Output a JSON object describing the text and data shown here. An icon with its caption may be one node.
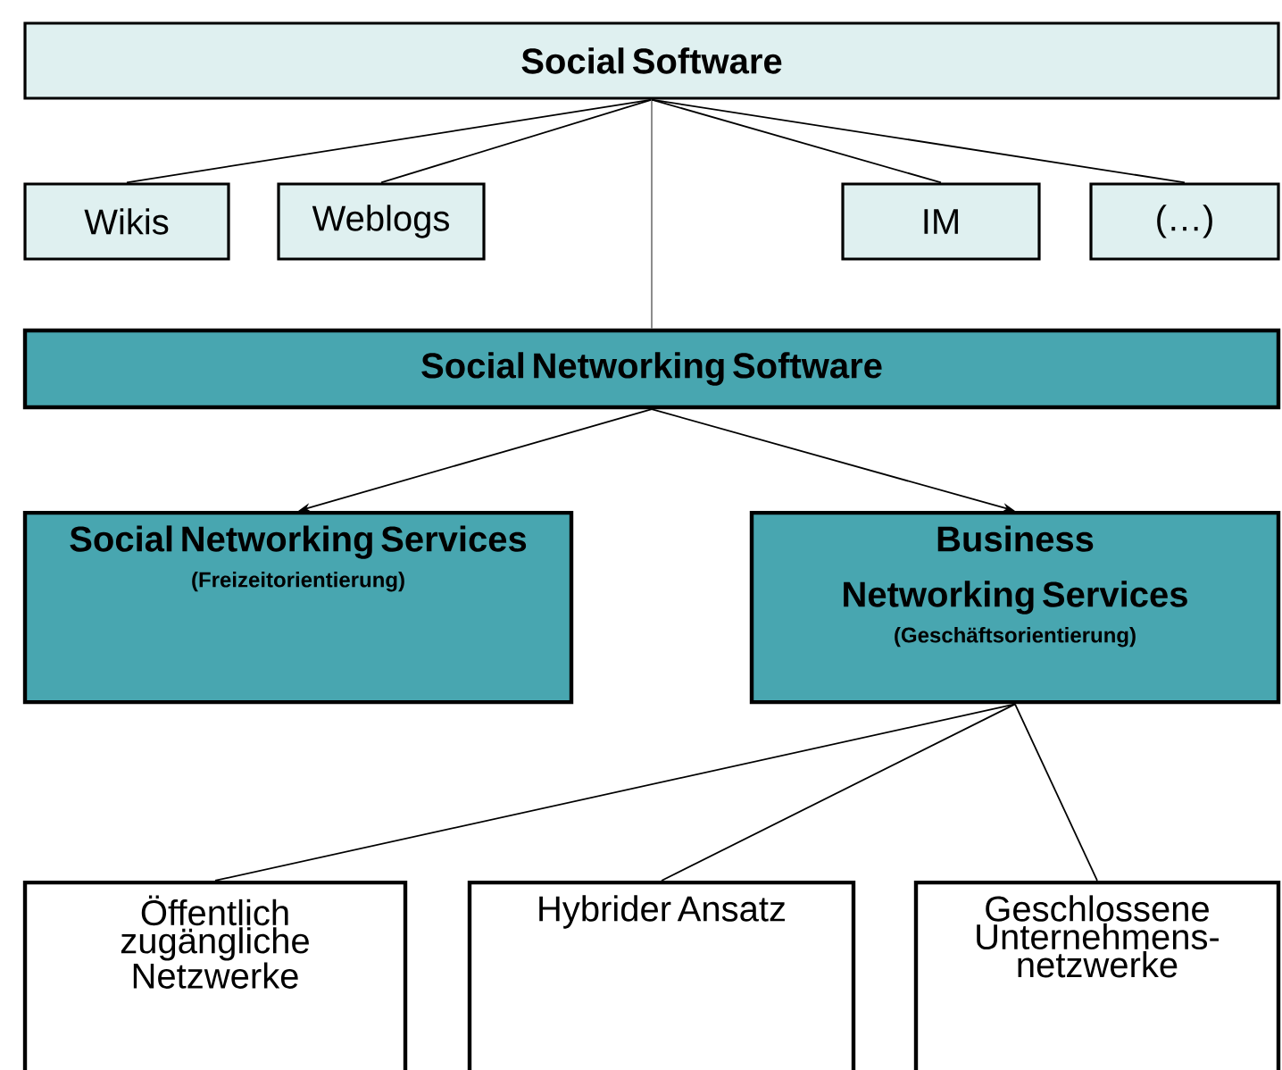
{
  "diagram": {
    "nodes": [
      {
        "text": [
          "Social Software"
        ]
      },
      {
        "text": [
          "Wikis"
        ]
      },
      {
        "text": [
          "Weblogs"
        ]
      },
      {
        "text": [
          "IM"
        ]
      },
      {
        "text": [
          "(…)"
        ]
      },
      {
        "text": [
          "Social Networking Software"
        ]
      },
      {
        "text": [
          "Social Networking Services",
          "(Freizeitorientierung)"
        ]
      },
      {
        "text": [
          "Business Networking Services",
          "(Geschäftsorientierung)"
        ]
      },
      {
        "text": [
          "Öffentlich zugängliche Netzwerke"
        ]
      },
      {
        "text": [
          "Hybrider Ansatz"
        ]
      },
      {
        "text": [
          "Geschlossene Unternehmens-netzwerke"
        ]
      }
    ],
    "edges": [
      {
        "from": 0,
        "to": 1,
        "arrow": "none"
      },
      {
        "from": 0,
        "to": 2,
        "arrow": "none"
      },
      {
        "from": 0,
        "to": 5,
        "arrow": "none",
        "color": "#808080"
      },
      {
        "from": 0,
        "to": 3,
        "arrow": "none"
      },
      {
        "from": 0,
        "to": 4,
        "arrow": "none"
      },
      {
        "from": 5,
        "to": 6,
        "arrow": "to"
      },
      {
        "from": 5,
        "to": 7,
        "arrow": "to"
      },
      {
        "from": 7,
        "to": 8,
        "arrow": "none"
      },
      {
        "from": 7,
        "to": 9,
        "arrow": "none"
      },
      {
        "from": 7,
        "to": 10,
        "arrow": "none"
      }
    ]
  }
}
